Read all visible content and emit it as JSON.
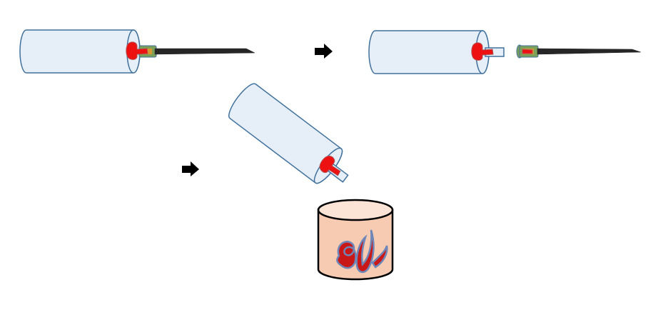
{
  "colors": {
    "barrel_fill": "#e6eef8",
    "barrel_stroke": "#41719c",
    "needle": "#262626",
    "hub_green": "#7aa05a",
    "hub_orange": "#d59a32",
    "sample_red": "#ee1111",
    "sample_outline": "#b05050",
    "arrow": "#000000",
    "cup_fill": "#f6cbb2",
    "cup_top": "#fbe3d5",
    "cup_stroke": "#000000",
    "tissue_red": "#c81818",
    "tissue_edge": "#6f86b8"
  },
  "icons": {
    "arrow": "arrow-right-icon",
    "syringe": "syringe-icon",
    "needle": "needle-icon",
    "cup": "specimen-cup-icon"
  },
  "steps": [
    {
      "id": "step-1",
      "content": [
        "syringe-with-needle"
      ]
    },
    {
      "id": "step-2",
      "content": [
        "syringe",
        "detached-needle"
      ]
    },
    {
      "id": "step-3",
      "content": [
        "tilted-syringe",
        "specimen-cup"
      ]
    }
  ]
}
